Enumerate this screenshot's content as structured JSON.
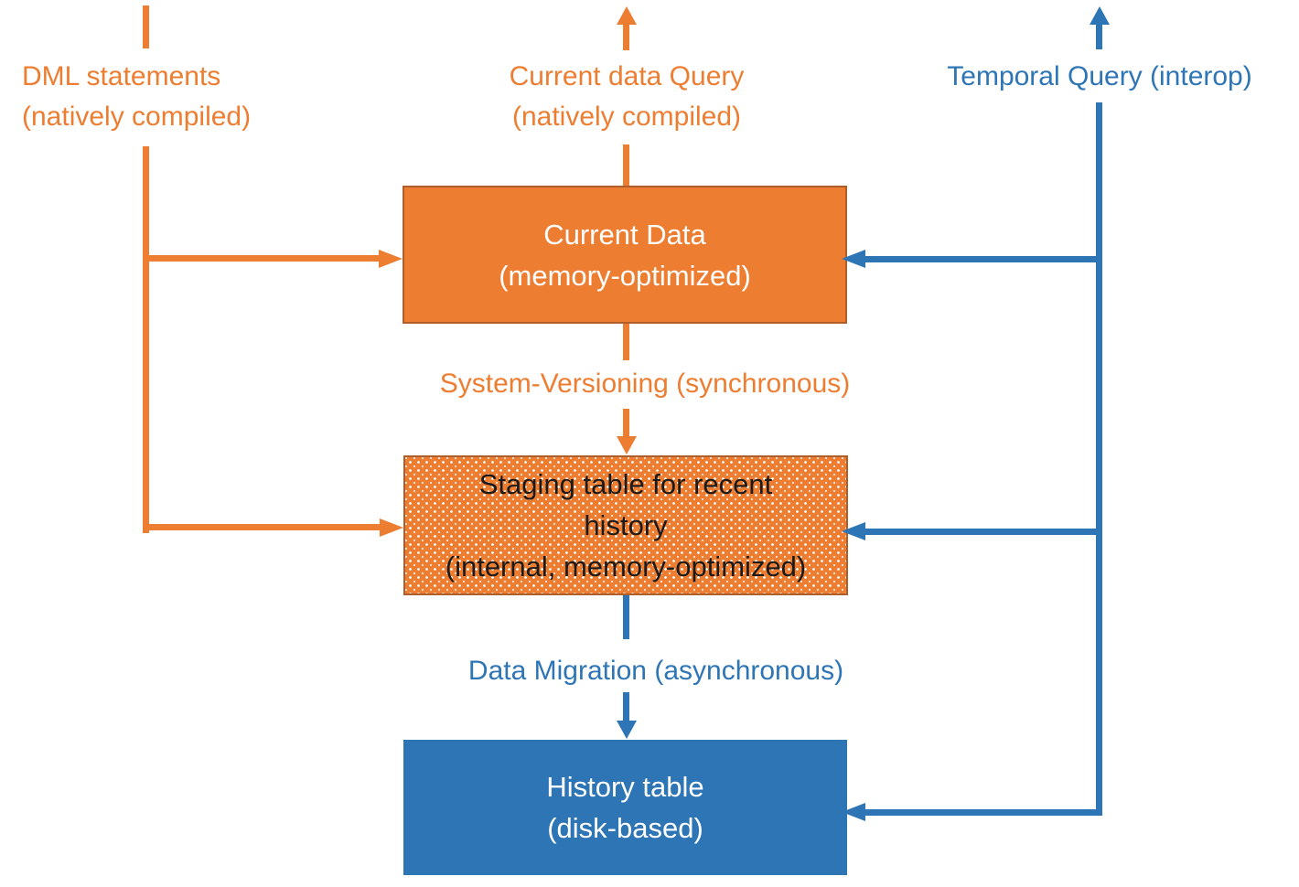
{
  "colors": {
    "orange": "#ED7D31",
    "blue": "#2E75B6",
    "box_border": "#AE5E2A",
    "box_text_light": "#FFFFFF",
    "staging_text": "#1A1A1A"
  },
  "annotations": {
    "dml_statements": {
      "line1": "DML statements",
      "line2": "(natively compiled)"
    },
    "current_data_query": {
      "line1": "Current data Query",
      "line2": "(natively compiled)"
    },
    "temporal_query": "Temporal Query (interop)",
    "system_versioning": "System-Versioning (synchronous)",
    "data_migration": "Data  Migration (asynchronous)"
  },
  "nodes": {
    "current_data": {
      "line1": "Current Data",
      "line2": "(memory-optimized)"
    },
    "staging_table": {
      "line1": "Staging table for recent",
      "line2": "history",
      "line3": "(internal, memory-optimized)"
    },
    "history_table": {
      "line1": "History table",
      "line2": "(disk-based)"
    }
  }
}
